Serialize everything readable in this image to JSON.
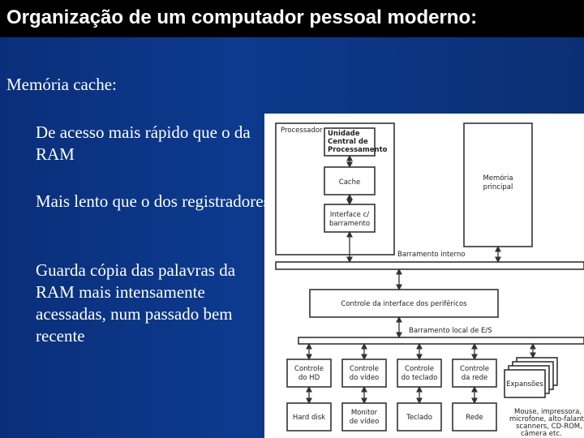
{
  "slide": {
    "title": "Organização de um computador pessoal moderno:",
    "heading": "Memória cache:",
    "bullets": [
      "De acesso mais rápido que o da RAM",
      "Mais lento que o dos registradores",
      "Guarda cópia das palavras da RAM mais intensamente acessadas, num passado bem recente"
    ]
  },
  "diagram": {
    "processor_label": "Processador",
    "cpu_label": [
      "Unidade",
      "Central de",
      "Processamento"
    ],
    "cache_label": "Cache",
    "bus_interface_label": [
      "Interface c/",
      "barramento"
    ],
    "main_memory_label": [
      "Memória",
      "principal"
    ],
    "internal_bus_label": "Barramento interno",
    "peripheral_interface_label": "Controle da interface dos periféricos",
    "local_bus_label": "Barramento local de E/S",
    "controllers": [
      {
        "top": [
          "Controle",
          "do HD"
        ],
        "bottom": [
          "Hard disk"
        ]
      },
      {
        "top": [
          "Controle",
          "do vídeo"
        ],
        "bottom": [
          "Monitor",
          "de vídeo"
        ]
      },
      {
        "top": [
          "Controle",
          "do teclado"
        ],
        "bottom": [
          "Teclado"
        ]
      },
      {
        "top": [
          "Controle",
          "da rede"
        ],
        "bottom": [
          "Rede"
        ]
      }
    ],
    "expansions_label": "Expansões",
    "expansions_note": [
      "Mouse, impressora,",
      "microfone, alto-falantes,",
      "scanners, CD-ROM,",
      "câmera etc."
    ]
  }
}
